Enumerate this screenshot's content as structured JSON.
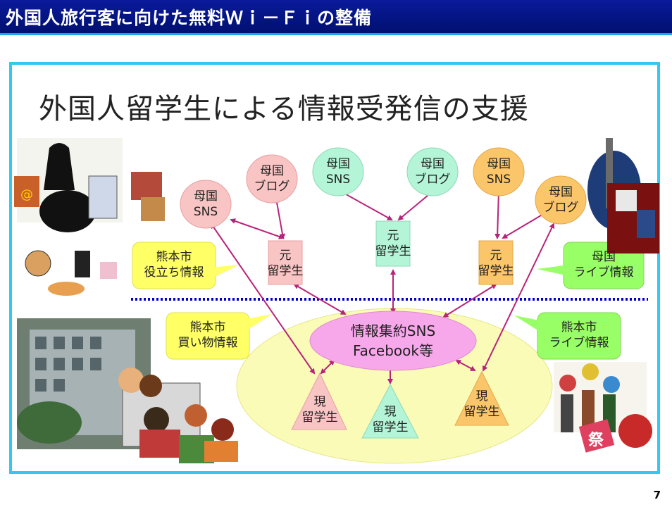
{
  "header": {
    "title": "外国人旅行客に向けた無料Ｗｉ－Ｆｉの整備"
  },
  "slide": {
    "title": "外国人留学生による情報受発信の支援"
  },
  "nodes": {
    "home_sns_1": [
      "母国",
      "SNS"
    ],
    "home_blog_1": [
      "母国",
      "ブログ"
    ],
    "home_sns_2": [
      "母国",
      "SNS"
    ],
    "home_blog_2": [
      "母国",
      "ブログ"
    ],
    "home_sns_3": [
      "母国",
      "SNS"
    ],
    "home_blog_3": [
      "母国",
      "ブログ"
    ],
    "former_1": [
      "元",
      "留学生"
    ],
    "former_2": [
      "元",
      "留学生"
    ],
    "former_3": [
      "元",
      "留学生"
    ],
    "hub": [
      "情報集約SNS",
      "Facebook等"
    ],
    "current_1": [
      "現",
      "留学生"
    ],
    "current_2": [
      "現",
      "留学生"
    ],
    "current_3": [
      "現",
      "留学生"
    ]
  },
  "callouts": {
    "useful_info": [
      "熊本市",
      "役立ち情報"
    ],
    "home_live_info": [
      "母国",
      "ライブ情報"
    ],
    "shopping_info": [
      "熊本市",
      "買い物情報"
    ],
    "kumamoto_live_info": [
      "熊本市",
      "ライブ情報"
    ]
  },
  "colors": {
    "pink_node": "#f9c4c4",
    "green_node": "#b3f5d6",
    "orange_node": "#fbc66a",
    "hub": "#f7a8ea",
    "ellipse": "#fbfbb8",
    "callout_yellow": "#ffff66",
    "callout_green": "#99ff66",
    "arrow": "#b8237a",
    "divider": "#0000cc"
  },
  "page_number": "7"
}
